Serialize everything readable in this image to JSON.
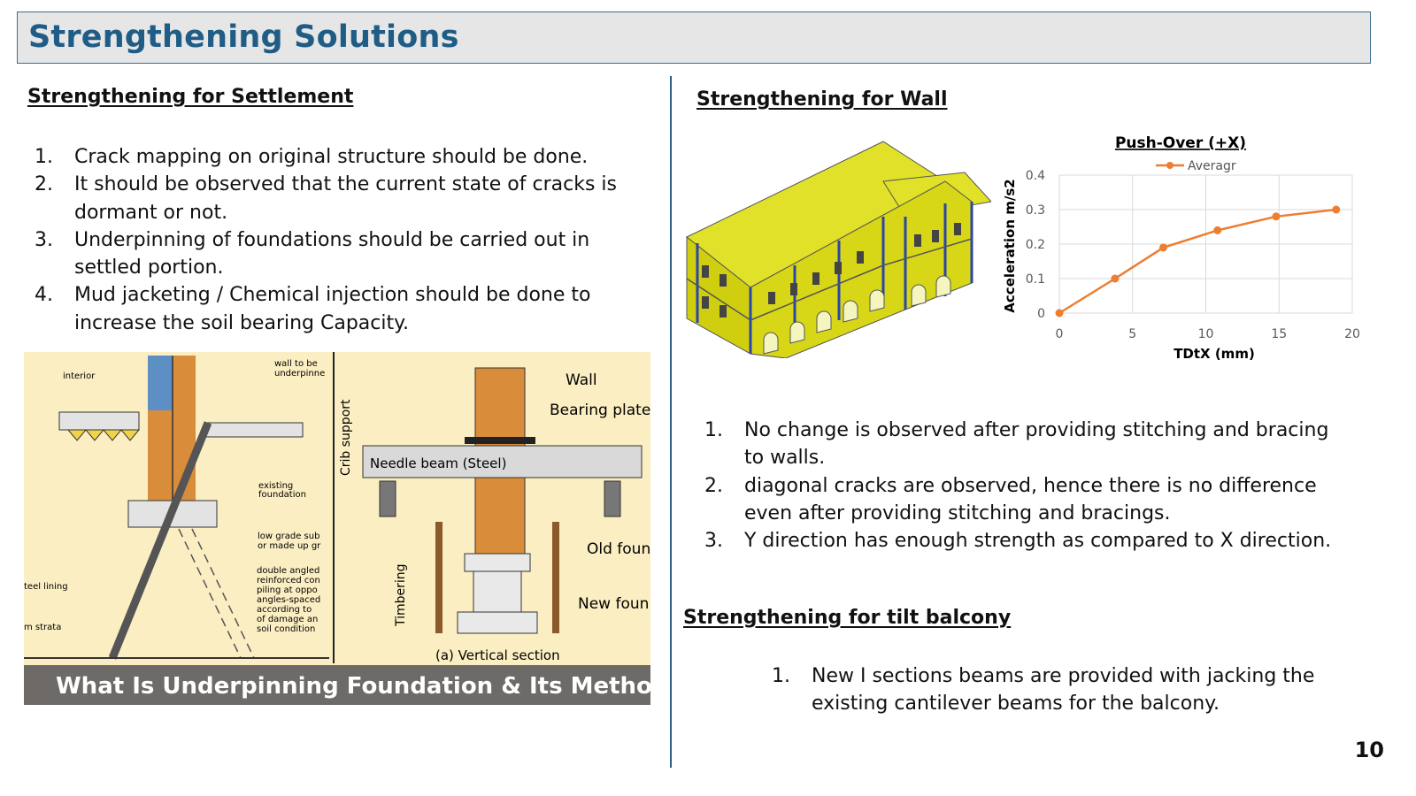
{
  "header": {
    "title": "Strengthening Solutions"
  },
  "settlement": {
    "heading": "Strengthening for Settlement",
    "items": [
      {
        "num": "1.",
        "text": "Crack mapping  on original structure should be done."
      },
      {
        "num": "2.",
        "text": "It should be observed that the current state of cracks is dormant or not."
      },
      {
        "num": "3.",
        "text": "Underpinning of foundations should be carried out in settled portion."
      },
      {
        "num": "4.",
        "text": "Mud jacketing  /  Chemical injection should be  done to increase the soil bearing Capacity."
      }
    ]
  },
  "figure": {
    "caption": "What Is Underpinning Foundation & Its Methods",
    "left_labels": {
      "wall": "wall to be",
      "wall2": "underpinne",
      "interior": "interior",
      "existing": "existing",
      "foundation": "foundation",
      "low": "low grade sub",
      "low2": "or made up gr",
      "double1": "double angled",
      "double2": "reinforced con",
      "double3": "piling at oppo",
      "double4": "angles-spaced",
      "double5": "according to",
      "double6": "of damage an",
      "double7": "soil condition",
      "steel": "teel lining",
      "strata": "m strata"
    },
    "right_labels": {
      "crib": "Crib support",
      "needle": "Needle beam (Steel)",
      "wall": "Wall",
      "bearing": "Bearing plate",
      "timbering": "Timbering",
      "old": "Old foun",
      "new": "New foun",
      "section": "(a) Vertical section"
    },
    "colors": {
      "bg": "#fbeec2",
      "orange": "#d98c3a",
      "caption_bg": "#6d6a67",
      "beam": "#d9d9d9"
    }
  },
  "wall": {
    "heading": "Strengthening for Wall",
    "items": [
      {
        "num": "1.",
        "text": "No change is observed after  providing stitching and bracing to walls."
      },
      {
        "num": "2.",
        "text": " diagonal cracks are observed, hence there is no difference even after providing stitching and bracings."
      },
      {
        "num": "3.",
        "text": " Y direction has enough strength as compared to X direction."
      }
    ],
    "model_colors": {
      "wall": "#d7d718",
      "roof": "#e1e12a",
      "column": "#2b45a8"
    }
  },
  "balcony": {
    "heading": "Strengthening for  tilt balcony",
    "items": [
      {
        "num": "1.",
        "text": "New I sections beams are provided with jacking the existing cantilever beams for the balcony."
      }
    ]
  },
  "chart_data": {
    "type": "line",
    "title": "Push-Over (+X)",
    "xlabel": "TDtX (mm)",
    "ylabel": "Acceleration m/s2",
    "xlim": [
      0,
      20
    ],
    "ylim": [
      0,
      0.4
    ],
    "xticks": [
      0,
      5,
      10,
      15,
      20
    ],
    "yticks": [
      0,
      0.1,
      0.2,
      0.3,
      0.4
    ],
    "grid": true,
    "legend": "top",
    "series": [
      {
        "name": "Averagr",
        "color": "#ed7d31",
        "x": [
          0,
          3.8,
          7.1,
          10.8,
          14.8,
          18.9
        ],
        "y": [
          0,
          0.1,
          0.19,
          0.24,
          0.28,
          0.3
        ]
      }
    ]
  },
  "page": {
    "number": "10"
  }
}
